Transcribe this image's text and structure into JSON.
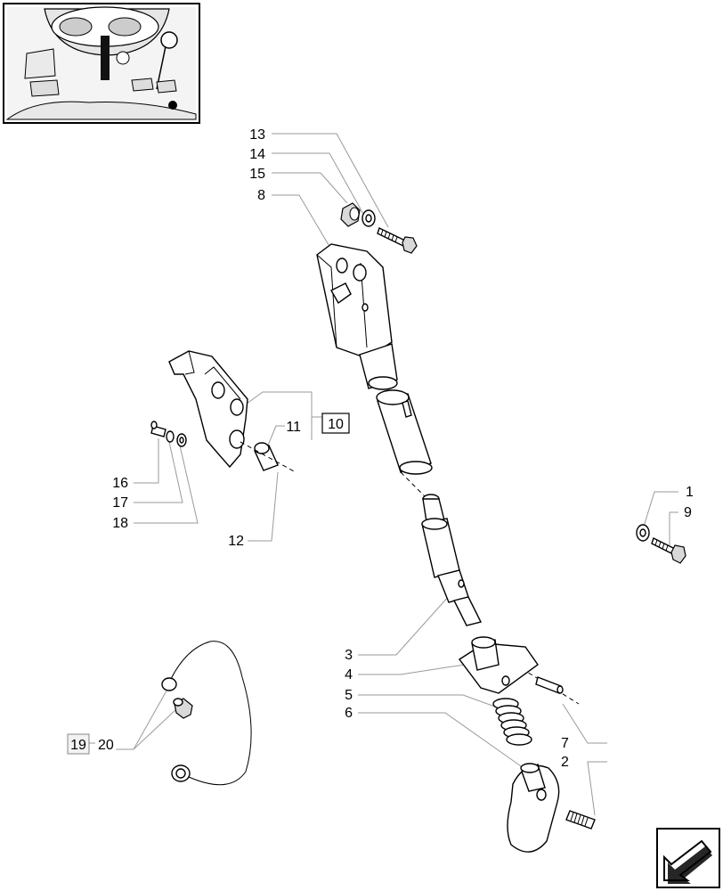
{
  "callouts": {
    "n1": "1",
    "n2": "2",
    "n3": "3",
    "n4": "4",
    "n5": "5",
    "n6": "6",
    "n7": "7",
    "n8": "8",
    "n9": "9",
    "n10": "10",
    "n11": "11",
    "n12": "12",
    "n13": "13",
    "n14": "14",
    "n15": "15",
    "n16": "16",
    "n17": "17",
    "n18": "18",
    "n19": "19",
    "n20": "20"
  },
  "icons": {
    "thumbnail": "tractor-pedal-area-thumbnail",
    "nav": "previous-page-arrow-icon"
  },
  "colors": {
    "line": "#000000",
    "leader": "#9a9a9a",
    "background": "#ffffff"
  }
}
